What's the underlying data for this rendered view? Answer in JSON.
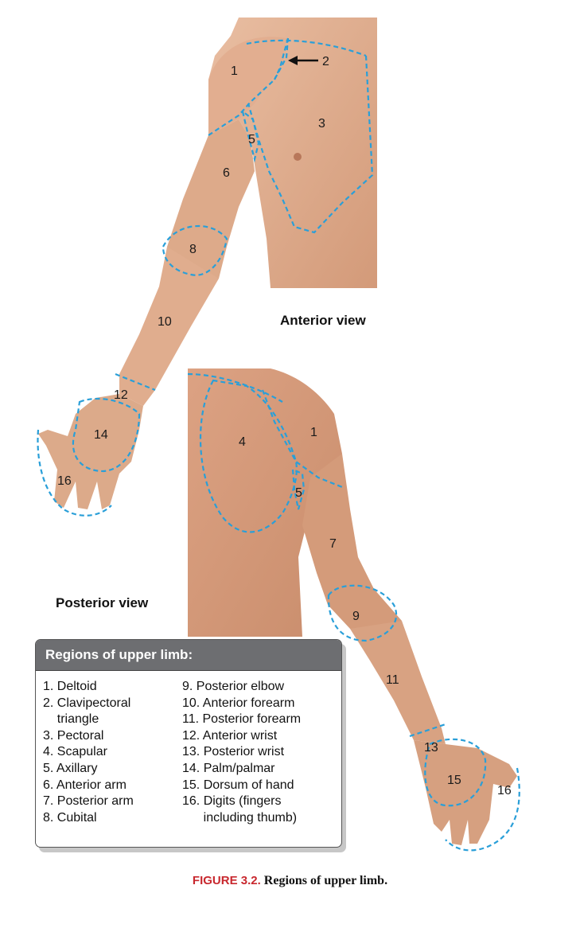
{
  "anterior_view_title": "Anterior view",
  "posterior_view_title": "Posterior view",
  "anterior_labels": [
    "1",
    "2",
    "3",
    "5",
    "6",
    "8",
    "10",
    "12",
    "14",
    "16"
  ],
  "posterior_labels": [
    "1",
    "4",
    "5",
    "7",
    "9",
    "11",
    "13",
    "15",
    "16"
  ],
  "legend": {
    "title": "Regions of upper limb:",
    "left_items": [
      "1. Deltoid",
      "2. Clavipectoral",
      "    triangle",
      "3. Pectoral",
      "4. Scapular",
      "5. Axillary",
      "6. Anterior arm",
      "7. Posterior arm",
      "8. Cubital"
    ],
    "right_items": [
      "9. Posterior elbow",
      "10. Anterior forearm",
      "11. Posterior forearm",
      "12. Anterior wrist",
      "13. Posterior wrist",
      "14. Palm/palmar",
      "15. Dorsum of hand",
      "16. Digits (fingers",
      "      including thumb)"
    ]
  },
  "caption": {
    "label": "FIGURE 3.2.",
    "text": "Regions of upper limb."
  },
  "colors": {
    "boundary": "#2a9fd8",
    "skin_light": "#e8b99a",
    "skin_mid": "#d9a080",
    "skin_dark": "#c2825f",
    "legend_header": "#6d6e71",
    "caption_label": "#c8282e"
  }
}
